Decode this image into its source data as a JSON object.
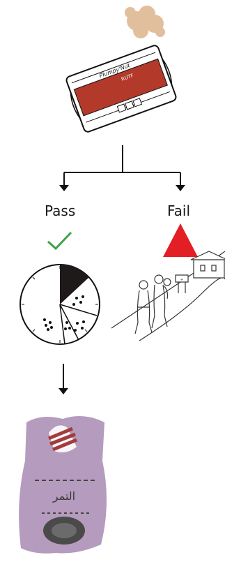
{
  "branches": {
    "pass_label": "Pass",
    "fail_label": "Fail"
  },
  "packet": {
    "brand_text": "Plumpy'Nut",
    "product_text": "RUTF"
  },
  "bag": {
    "arabic_line1": "التمر"
  },
  "colors": {
    "packet_red": "#b33a2b",
    "smoke": "#e2bf9c",
    "check_green": "#3aa645",
    "fail_red": "#e31e24",
    "clock_dark": "#1f1a1a",
    "bag_purple": "#b59bbd",
    "bag_dark": "#4a4a4a",
    "line": "#111111"
  },
  "icons": [
    "smoke-cloud",
    "rutf-packet",
    "check-icon",
    "warning-triangle-icon",
    "clock-pie-icon",
    "health-clinic-illustration",
    "trash-bag"
  ]
}
